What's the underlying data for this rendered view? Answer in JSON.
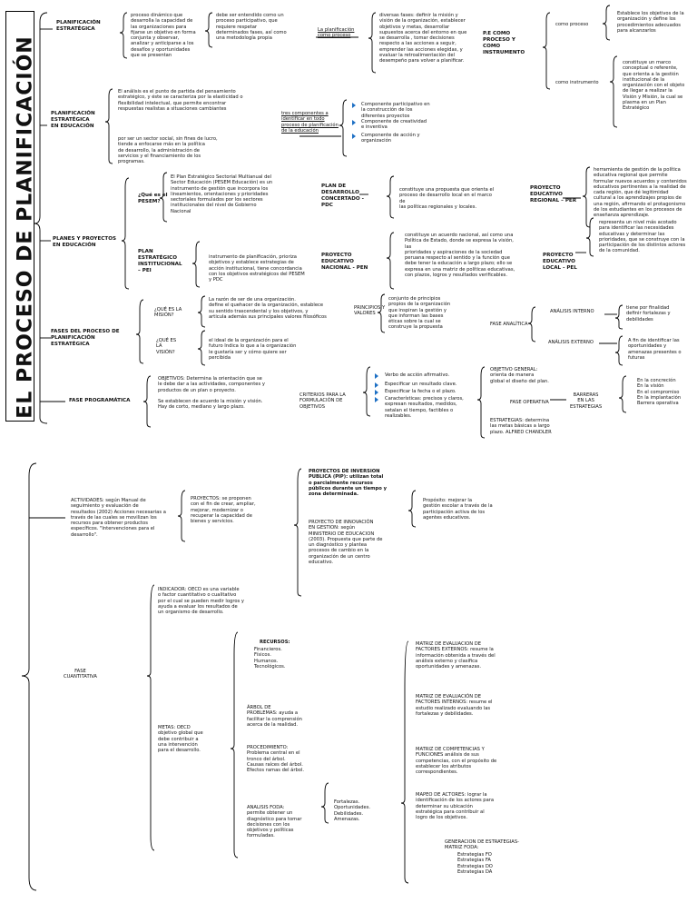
{
  "title": "EL PROCESO DE PLANIFICACIÓN",
  "sec1": {
    "label": "PLANIFICACIÓN\nESTRATÉGICA",
    "def": "proceso dinámico que\ndesarrolla la capacidad de\nlas organizaciones para\nfijarse un objetivo en forma\nconjunta y observar,\nanalizar y anticiparse a los\ndesafíos y oportunidades\nque se presentan",
    "understood": "debe ser entendido como un\nproceso participativo, que\nrequiere respetar\ndeterminados fases, así como\nuna metodología propia",
    "link": "La planificación\ncomo proceso",
    "phases": "diversas fases: definir la misión y\nvisión de la organización, establecer\nobjetivos y metas, desarrollar\nsupuestos acerca del entorno en que\nse desarrolla , tomar decisiones\nrespecto a las acciones a seguir,\nemprender las acciones elegidas, y\nevaluar la retroalimentación del\ndesempeño para volver a planificar.",
    "pe": "P.E COMO\nPROCESO Y\nCOMO\nINSTRUMENTO",
    "como_proceso": "como proceso",
    "como_proceso_desc": "Establece los objetivos de la\norganización y define los\nprocedimientos adecuados\npara alcanzarlos",
    "como_instrumento": "como instrumento",
    "como_instrumento_desc": "constituye un marco\nconceptual o referente,\nque orienta a la gestión\ninstitucional de la\norganización con el objeto\nde llegar a realizar la\nVisión y Misión, la cual se\nplasma en un Plan\nEstratégico"
  },
  "sec2": {
    "label": "PLANIFICACIÓN\nESTRATÉGICA\nEN EDUCACIÓN",
    "desc1": "El análisis es el punto de partida del pensamiento\nestratégico, y éste se caracteriza por la elasticidad o\nflexibilidad intelectual, que permite encontrar\nrespuestas realistas a situaciones cambiantes",
    "desc2": "por ser un sector social, sin fines de lucro,\ntiende a enfocarse más en la política\nde desarrollo, la administración de\nservicios y el financiamiento de los\nprogramas.",
    "components_link": "tres componentes a\nidentificar en todo\nproceso de planificación\nde la educación",
    "components": [
      "Componente participativo en\nla construcción de los\ndiferentes proyectos",
      "Componente de creatividad\ne inventiva",
      "Componente de acción y\norganización"
    ]
  },
  "sec3": {
    "label": "PLANES Y PROYECTOS\nEN EDUCACIÓN",
    "pesem_q": "¿Qué es el\nPESEM?",
    "pesem": "El Plan Estratégico Sectorial Multianual del\nSector Educación (PESEM Educación) es un\ninstrumento de gestión que incorpora los\nlineamientos, orientaciones y prioridades\nsectoriales formulados por los sectores\ninstitucionales del nivel de Gobierno\nNacional",
    "pdc_label": "PLAN DE\nDESARROLLO\nCONCERTADO -\nPDC",
    "pdc": "constituye una propuesta que orienta el\nproceso de desarrollo local en el marco de\nlas políticas regionales y locales.",
    "per_label": "PROYECTO\nEDUCATIVO\nREGIONAL – PER",
    "per": "herramienta de gestión de la política\neducativa regional que permite\nformular nuevos acuerdos y contenidos\neducativos pertinentes a la realidad de\ncada región, que dé legitimidad\ncultural a los aprendizajes propios de\nuna región, afirmando el protagonismo\nde los estudiantes en los procesos de\nenseñanza aprendizaje.",
    "pei_label": "PLAN\nESTRATÉGICO\nINSTITUCIONAL\n– PEI",
    "pei": "instrumento de planificación, prioriza\nobjetivos y establece estrategias de\nacción institucional, tiene concordancia\ncon los objetivos estratégicos del PESEM\ny PDC",
    "pen_label": "PROYECTO\nEDUCATIVO\nNACIONAL - PEN",
    "pen": "constituye un acuerdo nacional, así como una\nPolítica de Estado, donde se expresa la visión, las\nprioridades y aspiraciones de la sociedad\nperuana respecto al sentido y la función que\ndebe tener la educación a largo plazo; ello se\nexpresa en una matriz de políticas educativas,\ncon plazos, logros y resultados verificables.",
    "pel_label": "PROYECTO\nEDUCATIVO\nLOCAL - PEL",
    "pel": "representa un nivel más acotado\npara identificar las necesidades\neducativas y determinar las\nprioridades, que se construye con la\nparticipación de los distintos actores\nde la comunidad."
  },
  "sec4": {
    "label": "FASES DEL PROCESO DE\nPLANIFICACIÓN\nESTRATÉGICA",
    "mision_q": "¿QUÉ ES LA\nMISIÓN?",
    "mision": "La razón de ser de una organización.\ndefine el quehacer de la organización, establece\nsu sentido trascendental y los objetivos, y\narticula además sus principales valores filosóficos",
    "vision_q": "¿QUÉ ES\nLA\nVISIÓN?",
    "vision": "el ideal de la organización para el\nfuturo Indica lo que a la organización\nle gustaría ser y cómo quiere ser\npercibida",
    "principios_label": "PRINCIPIOS Y\nVALORES",
    "principios": "conjunto de principios\npropios de la organización\nque inspiran la gestión y\nque informan las bases\néticas sobre la cual se\nconstruye la propuesta",
    "fase_analitica": "FASE ANALÍTICA",
    "interno": "ANÁLISIS INTERNO",
    "interno_desc": "tiene por finalidad\ndefinir fortalezas y\ndebilidades",
    "externo": "ANÁLISIS EXTERNO",
    "externo_desc": "A fin de identificar las\noportunidades y\namenazas presentes o\nfuturas"
  },
  "sec5": {
    "label": "FASE PROGRAMÁTICA",
    "objetivos": "OBJETIVOS: Determina la orientación que se\nle debe dar a las actividades, componentes y\nproductos de un plan o proyecto.\n\nSe establecen de acuerdo la misión y visión.\nHay de corto, mediano y largo plazo.",
    "criterios_label": "CRITERIOS PARA LA\nFORMULACIÓN DE\nOBJETIVOS",
    "criterios": [
      "Verbo de acción afirmativo.",
      "Especificar un resultado clave.",
      "Especificar la fecha o el plazo.",
      "Características: precisos y claros,\nexpresan resultados, medidos,\nsetalan el tiempo, factibles o\nrealizables."
    ],
    "general": "OBJETIVO GENERAL:\norienta de manera\nglobal el diseño del plan.",
    "operativa": "FASE OPERATIVA",
    "estrategias": "ESTRATEGIAS: determina\nlas metas básicas a largo\nplazo. ALFRED CHANDLER",
    "barreras": "BARRERAS\nEN LAS\nESTRATEGIAS",
    "barreras_list": "En la concreción\nEn la visión\nEn el compromiso\nEn la implantación\nBarrera operativa"
  },
  "page2": {
    "actividades": "ACTIVIDADES: según Manual de\nseguimiento y evaluación de\nresultados (2002) Acciones necesarias a\ntravés de las cuales se movilizan los\nrecursos para obtener productos\nespecíficos. \"Intervenciones para el\ndesarrollo\".",
    "proyectos": "PROYECTOS: se proponen\ncon el fin de crear, ampliar,\nmejorar, modernizar o\nrecuperar la capacidad de\nbienes y servicios.",
    "pip": "PROYECTOS DE INVERSION\nPUBLICA (PIP): utilizan total\no parcialmente recursos\npúblicos durante un tiempo y\nzona determinada.",
    "innovacion": "PROYECTO DE INNOVACIÓN\nEN GESTION: según\nMINISTERIO DE EDUCACION\n(2003). Propuesta que parte de\nun diagnóstico y plantea\nprocesos de cambio en la\norganización de un centro\neducativo.",
    "proposito": "Propósito: mejorar la\ngestión escolar a través de la\nparticipación activa de los\nagentes educativos.",
    "fase_cuant": "FASE\nCUANTITATIVA",
    "indicador": "INDICADOR: OECD es una variable\no factor cuantitativo o cualitativo\npor el cual se pueden medir logros y\nayuda a evaluar los resultados de\nun organismo de desarrollo.",
    "metas": "METAS: OECD\nobjetivo global que\ndebe contribuir a\nuna intervención\npara el desarrollo.",
    "recursos_h": "RECURSOS:",
    "recursos": "Financieros.\nFísicos.\nHumanos.\nTecnológicos.",
    "arbol": "ÁRBOL DE\nPROBLEMAS: ayuda a\nfacilitar la comprensión\nacerca de la realidad.",
    "procedimiento": "PROCEDIMIENTO:\nProblema central en el\ntronco del árbol.\nCausas raíces del árbol.\nEfectos ramas del árbol.",
    "foda": "ANALISIS FODA:\npermite obtener un\ndiagnóstico para tomar\ndecisiones con los\nobjetivos y políticas\nformuladas.",
    "foda_items": "Fortalezas.\nOportunidades.\nDebilidades.\nAmenazas.",
    "efe": "MATRIZ DE EVALUACION DE\nFACTORES EXTERNOS: resume la\ninformación obtenida a través del\nanálisis externo y clasifica\noportunidades y amenazas.",
    "efi": "MATRIZ DE EVALUACIÓN DE\nFACTORES INTERNOS: resume el\nestudio realizado evaluando las\nfortalezas y debilidades.",
    "competencias": "MATRIZ DE COMPETENCIAS Y\nFUNCIONES análisis de sus\ncompetencias, con el propósito de\nestablecer los atributos\ncorrespondientes.",
    "mapeo": "MAPEO DE ACTORES: lograr la\nidentificación de los actores para\ndeterminar su ubicación\nestratégica para contribuir al\nlogro de los objetivos.",
    "generacion": "GENERACION DE ESTRATEGIAS-\nMATRIZ FODA:",
    "generacion_list": "Estrategias FO\nEstrategias FA\nEstrategias DO\nEstrategias DA"
  }
}
